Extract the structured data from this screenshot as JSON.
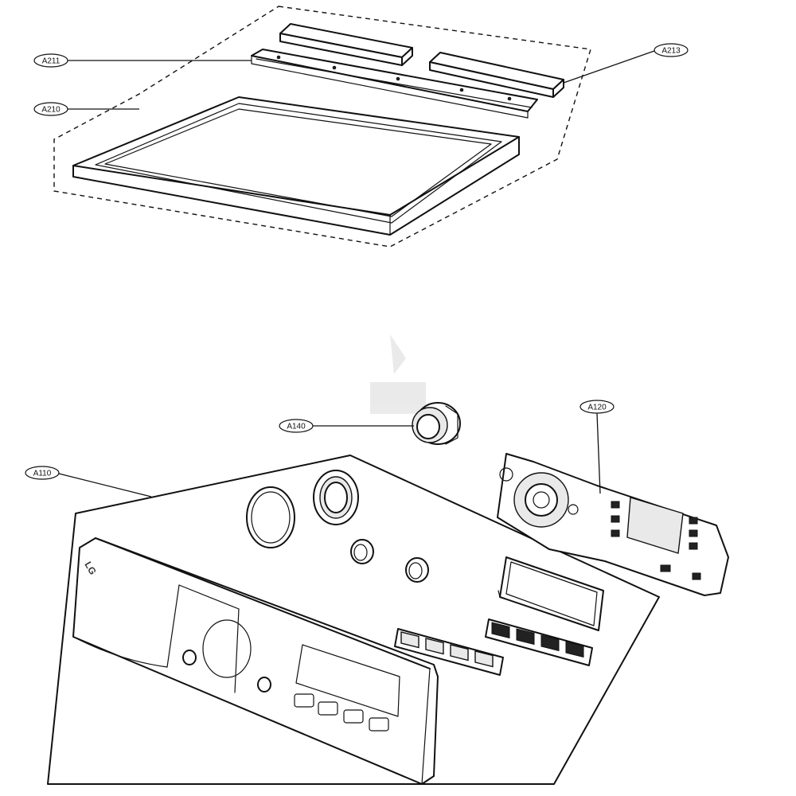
{
  "callouts": {
    "a211": "A211",
    "a210": "A210",
    "a213": "A213",
    "a140": "A140",
    "a120": "A120",
    "a110": "A110"
  },
  "panel": {
    "logo": "LG"
  }
}
